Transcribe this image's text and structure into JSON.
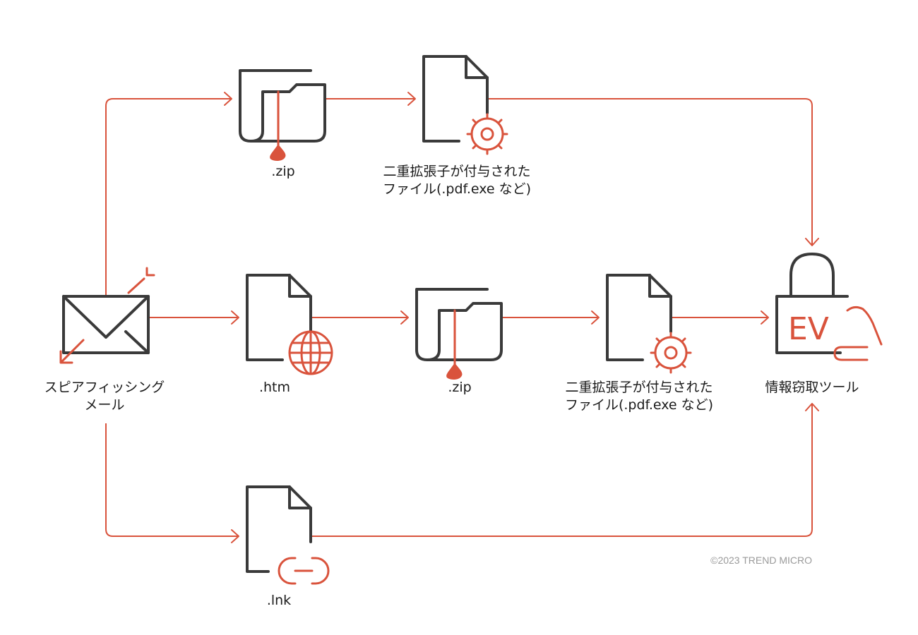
{
  "labels": {
    "email": [
      "スピアフィッシング",
      "メール"
    ],
    "zip_top": ".zip",
    "double_ext_top": [
      "二重拡張子が付与された",
      "ファイル(.pdf.exe など)"
    ],
    "htm": ".htm",
    "zip_mid": ".zip",
    "double_ext_mid": [
      "二重拡張子が付与された",
      "ファイル(.pdf.exe など)"
    ],
    "stealer": "情報窃取ツール",
    "lnk": ".lnk"
  },
  "stealer_icon_text": "EV",
  "copyright": "©2023 TREND MICRO",
  "colors": {
    "accent": "#d9533c",
    "outline": "#3a3a3a",
    "text": "#1a1a1a",
    "muted": "#9a9a9a"
  }
}
